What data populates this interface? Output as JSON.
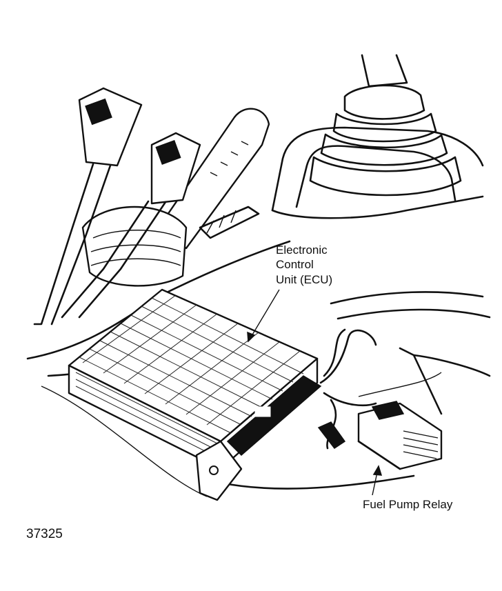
{
  "labels": {
    "ecu_line1": "Electronic",
    "ecu_line2": "Control",
    "ecu_line3": "Unit (ECU)",
    "fuel_pump_relay": "Fuel Pump Relay",
    "figure_number": "37325"
  },
  "colors": {
    "ink": "#111111",
    "paper": "#ffffff"
  }
}
